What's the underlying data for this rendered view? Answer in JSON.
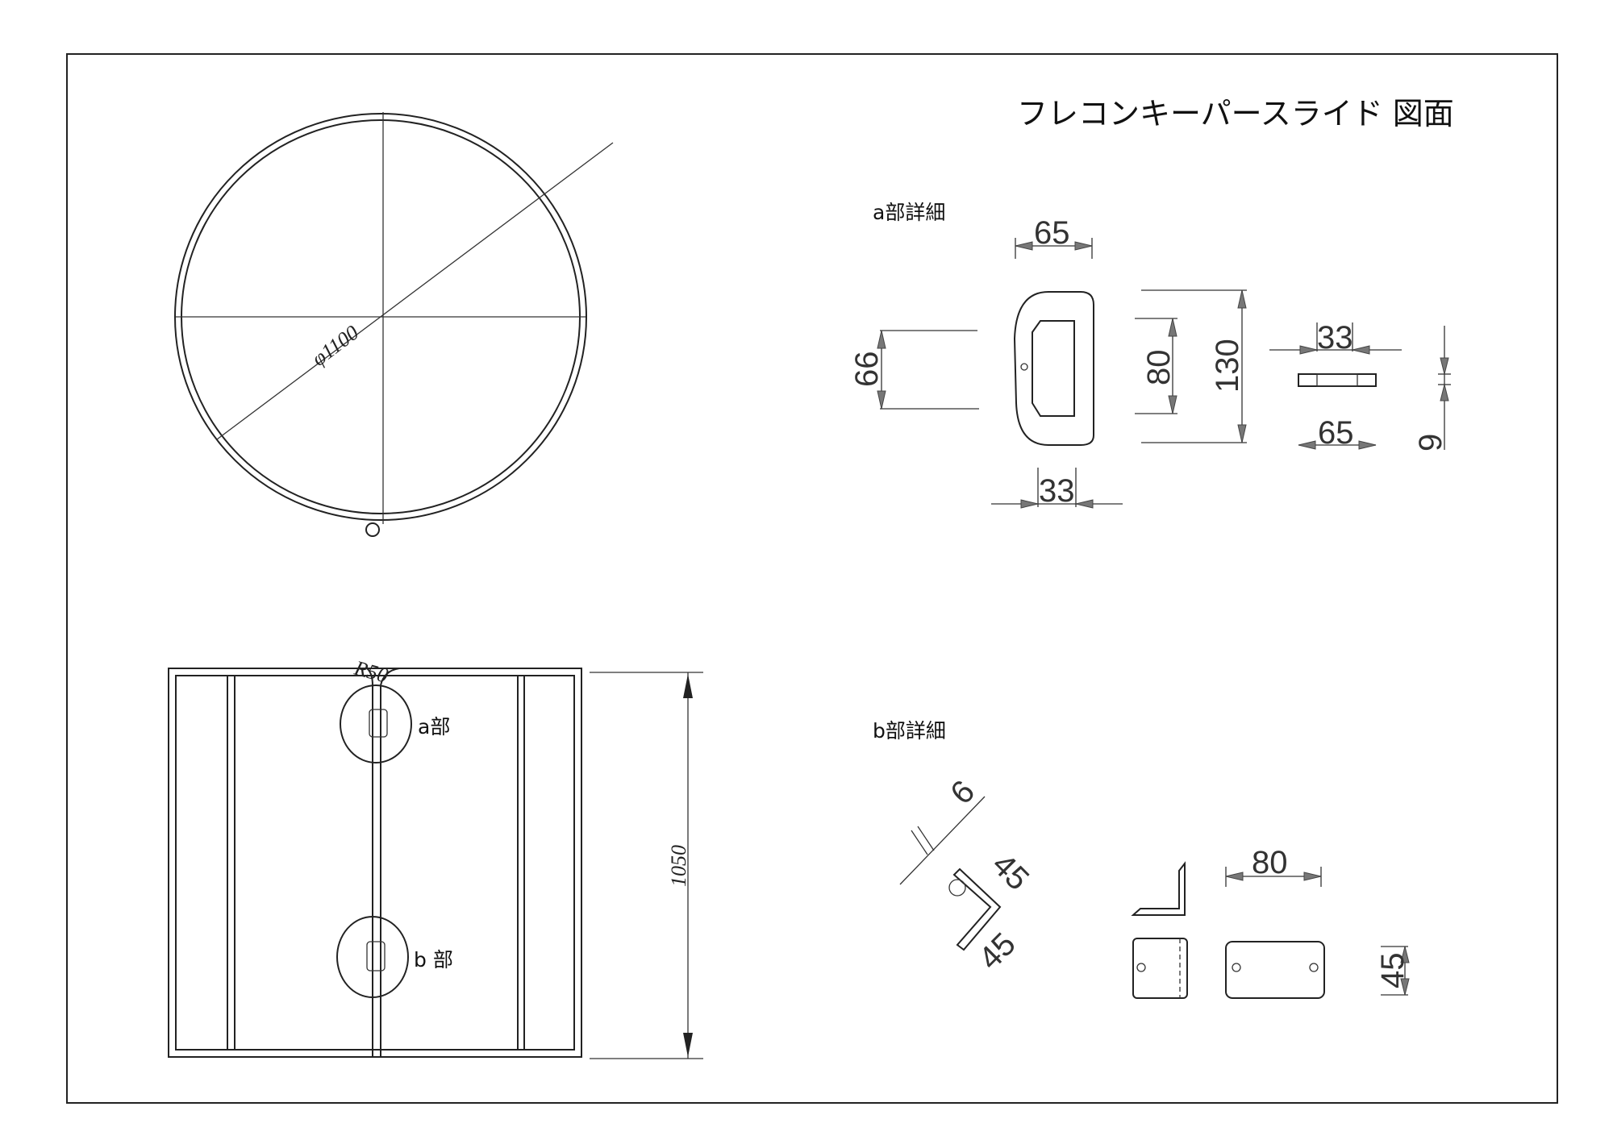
{
  "title": "フレコンキーパースライド 図面",
  "top_view": {
    "diameter_label": "φ1100"
  },
  "front_view": {
    "radius_label": "R50",
    "callout_a": "a部",
    "callout_b": "b 部",
    "height_label": "1050"
  },
  "detail_a": {
    "heading": "a部詳細",
    "width_top": "65",
    "height_66": "66",
    "height_80": "80",
    "height_130": "130",
    "width_bottom": "33",
    "section_width_33": "33",
    "section_width_65": "65",
    "thickness": "9"
  },
  "detail_b": {
    "heading": "b部詳細",
    "thickness": "6",
    "leg_upper": "45",
    "leg_lower": "45",
    "plate_width": "80",
    "plate_height": "45"
  }
}
